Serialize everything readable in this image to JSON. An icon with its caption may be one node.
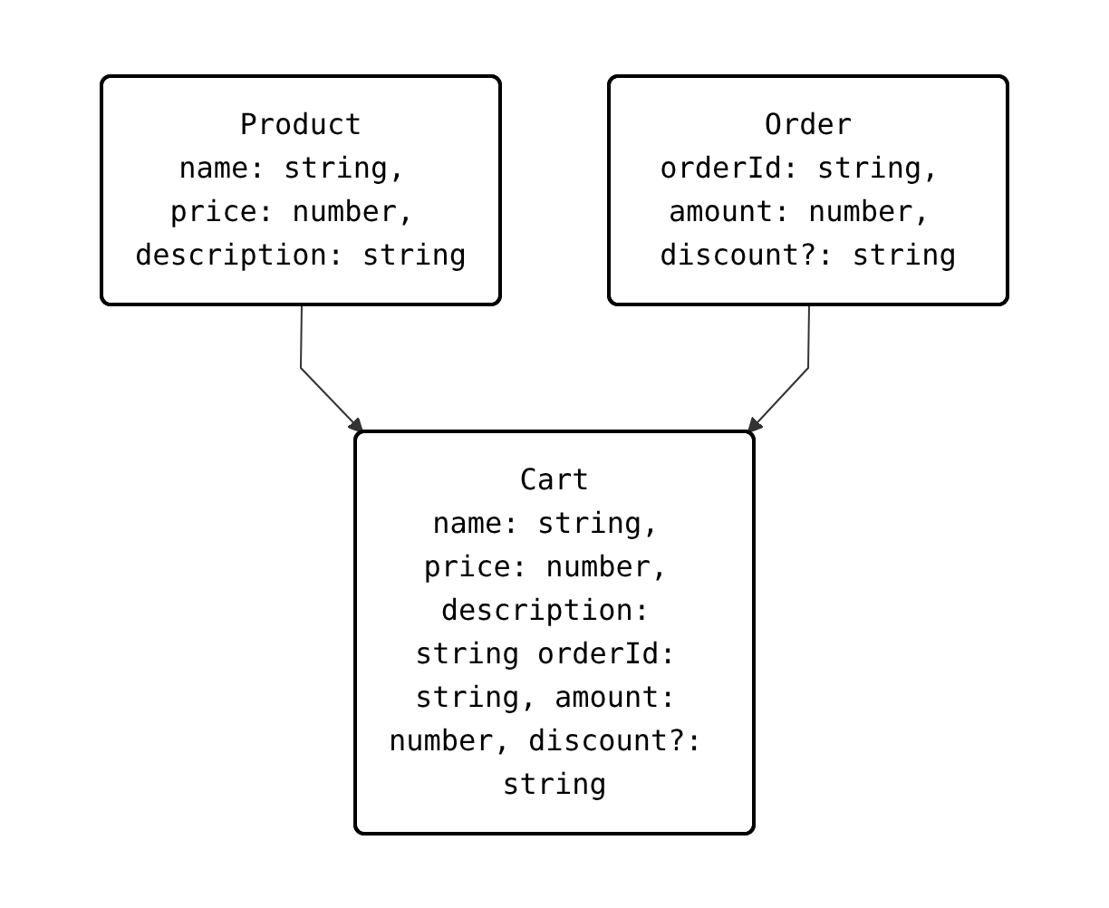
{
  "diagram": {
    "nodes": [
      {
        "text": [
          "Product",
          "name: string, price: number, description: string"
        ]
      },
      {
        "text": [
          "Order",
          "orderId: string, amount: number, discount?: string"
        ]
      },
      {
        "text": [
          "Cart",
          "name: string, price: number, description: string orderId: string, amount: number, discount?: string"
        ]
      }
    ],
    "edges": [
      {
        "from": 0,
        "to": 2,
        "arrow": "to"
      },
      {
        "from": 1,
        "to": 2,
        "arrow": "to"
      }
    ]
  }
}
